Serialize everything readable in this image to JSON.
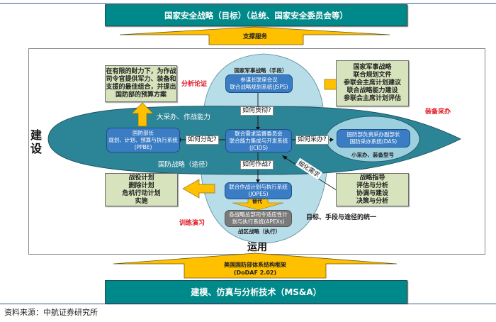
{
  "header": {
    "top_bar": "国家安全战略（目标）（总统、国家安全委员会等）",
    "support_arrow": "支撑服务"
  },
  "sides": {
    "left": [
      "建",
      "设"
    ],
    "bottom": "运用"
  },
  "center_dome": {
    "title": "国家军事战略（手段）",
    "jsps": [
      "参谋长联席会议",
      "联合战略规划系统(JSPS)"
    ]
  },
  "ellipse": {
    "top_label": "大采办、作战能力",
    "bottom_label": "国防战略（途径）",
    "jcids": [
      "联合需求监督委员会",
      "联合能力集成与开发系统",
      "(JCIDS)"
    ],
    "ppbe": [
      "国防部长",
      "规划、计划、预算与执行系统",
      "(PPBE)"
    ],
    "das": [
      "国防部负责采办副部长",
      "国防采办系统(DAS)"
    ],
    "das_caption": "小采办、装备型号"
  },
  "questions": {
    "q_through": "如何贯彻?",
    "q_allocate": "如何分配?",
    "q_acquire": "如何采办?",
    "q_fight": "如何作战?",
    "refine": "细化需求"
  },
  "lower_dome": {
    "jopes": [
      "联合作战计划与执行系统",
      "(JOPES)"
    ],
    "replace": "替代",
    "apex": [
      "各战略总部司令适应性计",
      "划与执行系统(APEXs)"
    ],
    "caption": "战区战略（执行）"
  },
  "boxes": {
    "budget": [
      "在有限的财力下，为作战",
      "司令官提供军力、装备和",
      "支援的最佳组合，并提出",
      "国防部的预算方案"
    ],
    "strategy_docs": [
      "国家军事战略",
      "联合规划文件",
      "参联会主席计划建议",
      "联合战略能力建设",
      "参联会主席计划评估"
    ],
    "plans": [
      "战役计划",
      "删除计划",
      "危机行动计划",
      "实施"
    ],
    "guidance": [
      "战略指导",
      "评估与分析",
      "协调与建设",
      "决策与分析"
    ]
  },
  "red_labels": {
    "analysis": "分析论证",
    "acquisition": "装备采办",
    "training": "训练演习"
  },
  "unity_note": "目标、手段与途径的统一",
  "footer": {
    "dodaf": [
      "美国国防部体系结构框架",
      "(DoDAF 2.02)"
    ],
    "bottom_bar": "建模、仿真与分析技术（MS&A）",
    "source": "资料来源：中航证券研究所"
  },
  "colors": {
    "teal": "#00898a",
    "ellipse": "#2c8497",
    "light_blue": "#b7dde8",
    "system_blue": "#3b7dc4",
    "arrow_gold": "#ffc000",
    "box_green": "#d7e3bc",
    "red": "#e0141e"
  }
}
